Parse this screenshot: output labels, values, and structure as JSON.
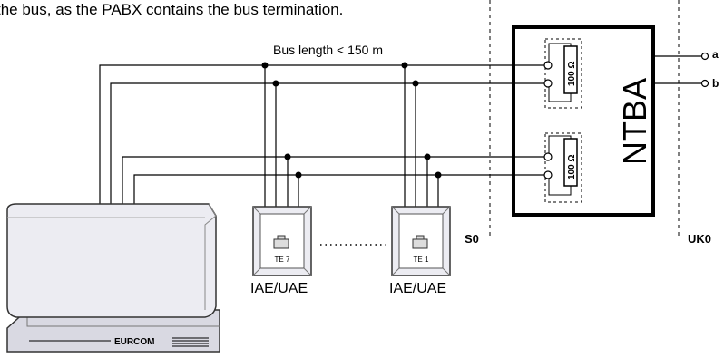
{
  "header_text": "the bus, as the PABX contains the bus termination.",
  "bus_length_label": "Bus length < 150 m",
  "ntba": {
    "label": "NTBA",
    "resistor_upper": "100 Ω",
    "resistor_lower": "100 Ω"
  },
  "terminals": [
    {
      "id_label": "TE 7",
      "caption": "IAE/UAE"
    },
    {
      "id_label": "TE 1",
      "caption": "IAE/UAE"
    }
  ],
  "outputs": {
    "a": "a",
    "b": "b"
  },
  "zone_labels": {
    "s0": "S0",
    "uk0": "UK0"
  },
  "pabx": {
    "brand": "EURCOM"
  },
  "colors": {
    "line": "#000000",
    "device_fill": "#ececf2",
    "device_stroke": "#333333"
  }
}
